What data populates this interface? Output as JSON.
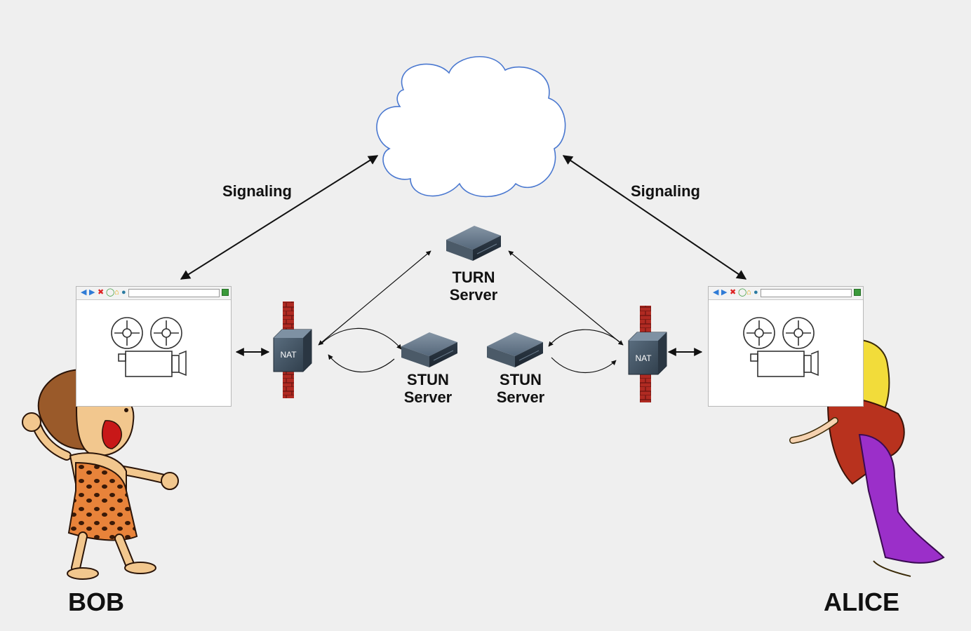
{
  "labels": {
    "signaling_left": "Signaling",
    "signaling_right": "Signaling",
    "turn_line1": "TURN",
    "turn_line2": "Server",
    "stun_left_line1": "STUN",
    "stun_left_line2": "Server",
    "stun_right_line1": "STUN",
    "stun_right_line2": "Server",
    "nat_left": "NAT",
    "nat_right": "NAT",
    "bob": "BOB",
    "alice": "ALICE"
  },
  "colors": {
    "background": "#efefef",
    "cloud_stroke": "#4a78d0",
    "firewall_brick": "#b02a22",
    "nat_box": "#3a4c5c",
    "server_box": "#3f5060",
    "bob_skin": "#f2c78e",
    "bob_hair": "#9a5a2a",
    "bob_fur": "#e8833a",
    "alice_hair": "#f2dc3a",
    "alice_dress": "#9b2fc9",
    "alice_stole": "#b8321e"
  },
  "icons": {
    "cloud": "cloud-icon",
    "server": "server-icon",
    "firewall": "firewall-icon",
    "projector": "film-projector-icon",
    "browser": "browser-window-icon"
  }
}
